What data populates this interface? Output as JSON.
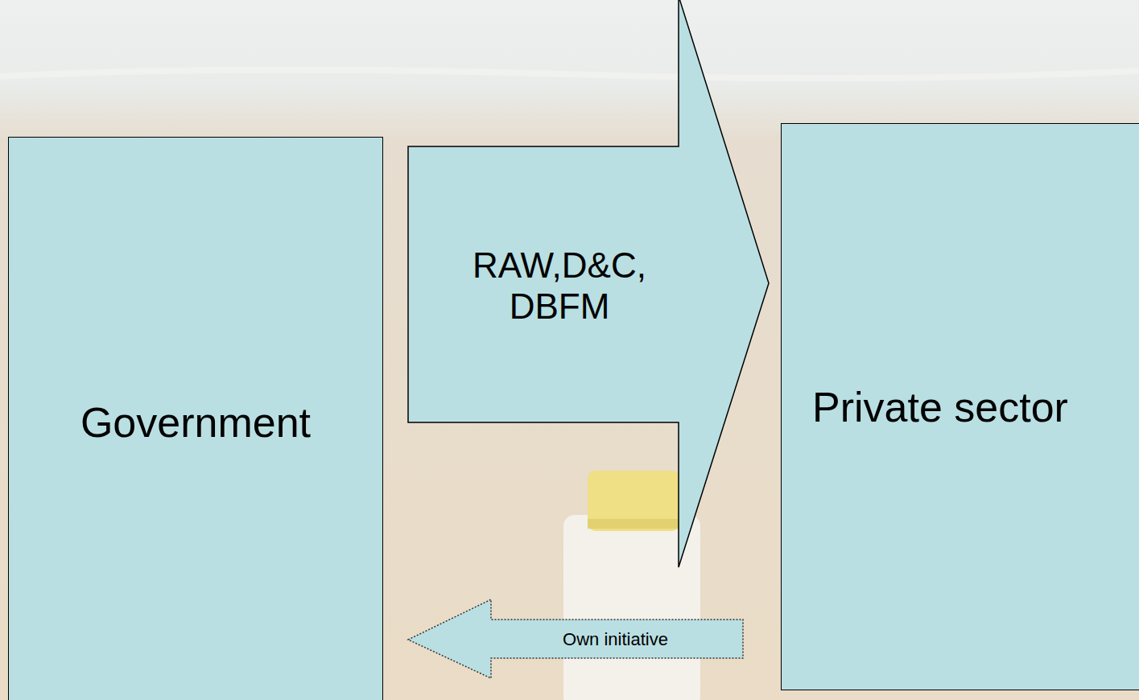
{
  "diagram": {
    "nodes": [
      {
        "text": [
          "Government"
        ]
      },
      {
        "text": [
          "Private sector"
        ]
      }
    ],
    "edges": [
      {
        "from": 0,
        "to": 1,
        "arrow": "to",
        "label": "RAW,D&C, DBFM"
      },
      {
        "from": 1,
        "to": 0,
        "arrow": "to",
        "label": "Own initiative"
      }
    ]
  }
}
